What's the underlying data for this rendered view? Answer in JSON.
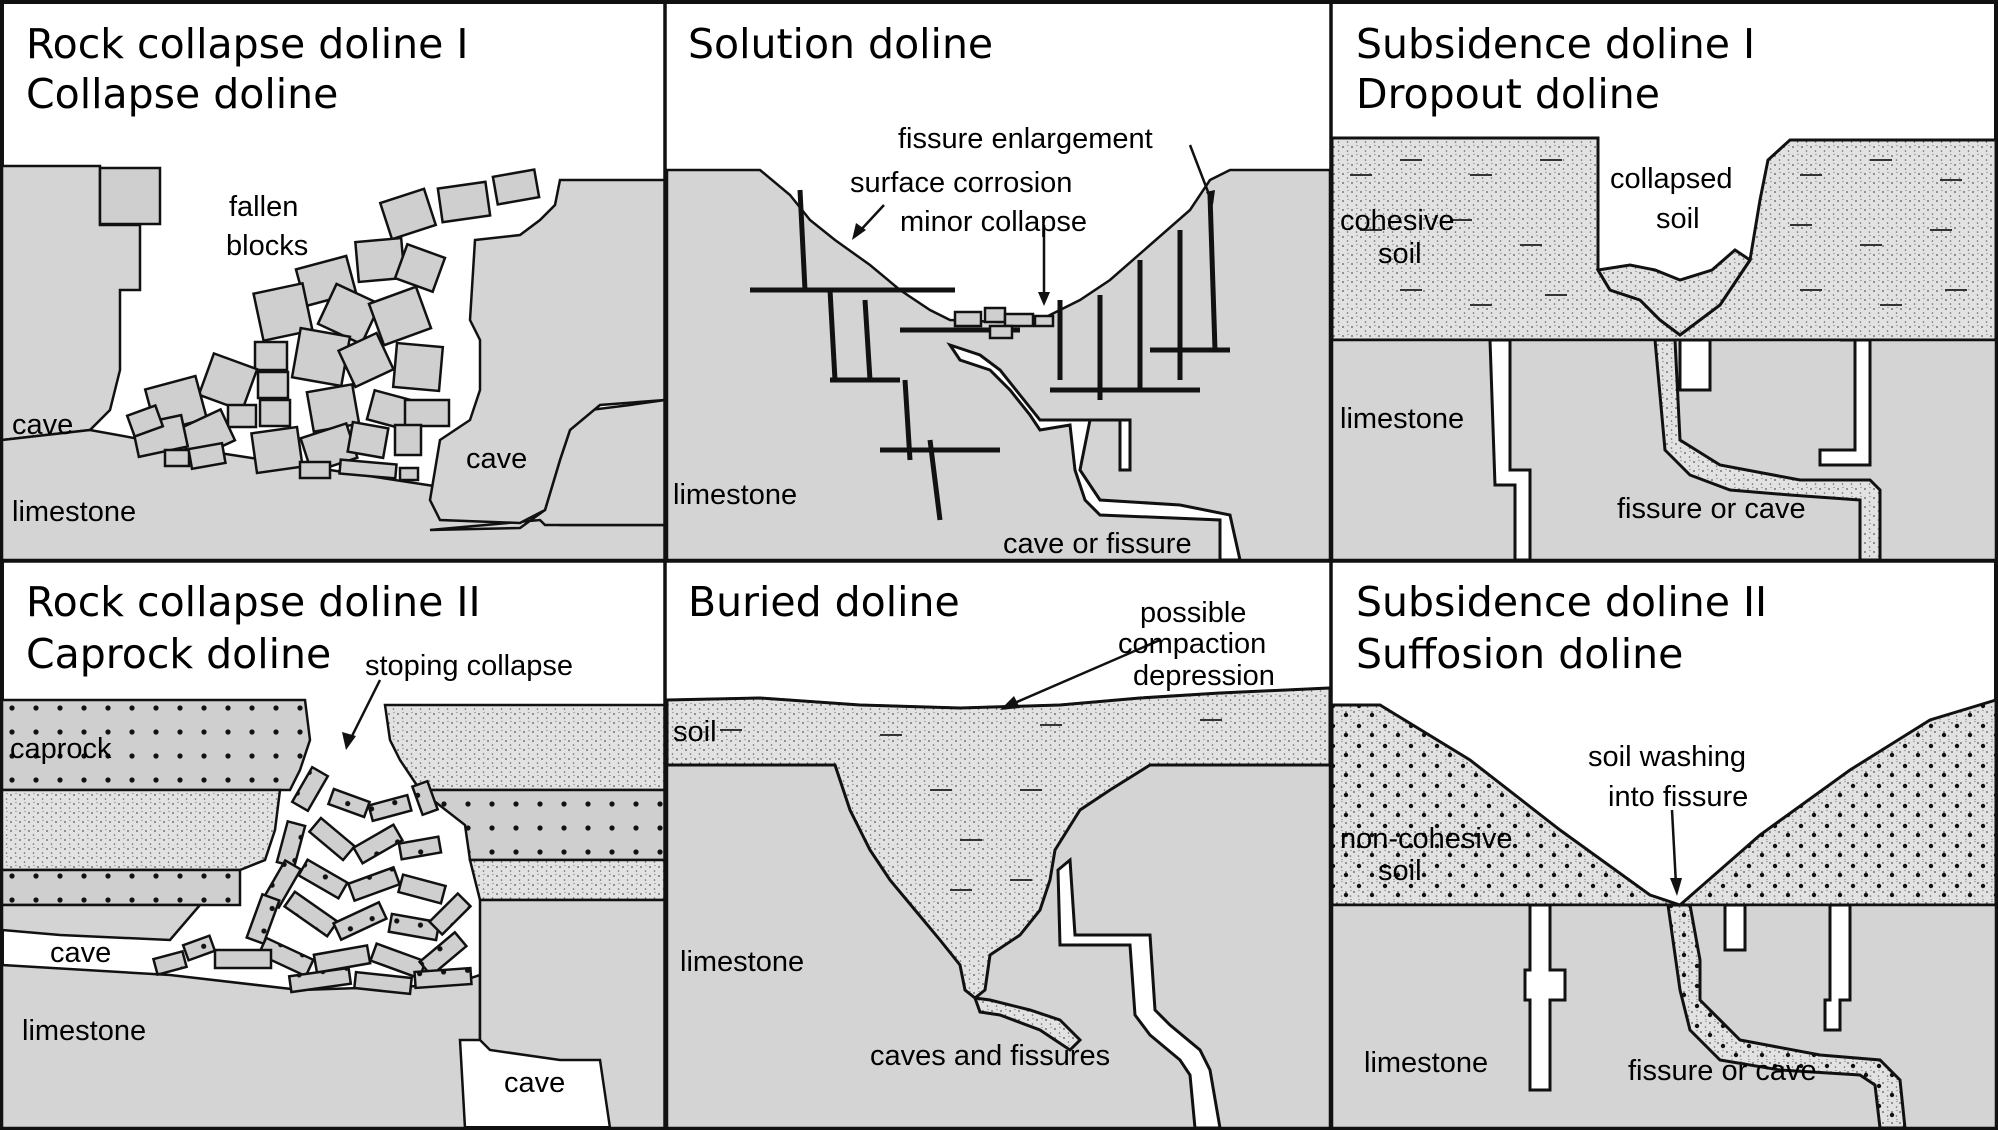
{
  "panels": [
    {
      "id": "rock-collapse-1",
      "title_line1": "Rock collapse doline I",
      "title_line2": "Collapse doline",
      "labels": {
        "fallen": "fallen",
        "blocks": "blocks",
        "cave_left": "cave",
        "cave_right": "cave",
        "limestone": "limestone"
      }
    },
    {
      "id": "solution",
      "title_line1": "Solution doline",
      "labels": {
        "fissure": "fissure enlargement",
        "corrosion": "surface corrosion",
        "minor": "minor collapse",
        "limestone": "limestone",
        "cave": "cave or fissure"
      }
    },
    {
      "id": "subsidence-1",
      "title_line1": "Subsidence doline I",
      "title_line2": "Dropout doline",
      "labels": {
        "cohesive1": "cohesive",
        "cohesive2": "soil",
        "collapsed1": "collapsed",
        "collapsed2": "soil",
        "limestone": "limestone",
        "cave": "fissure or cave"
      }
    },
    {
      "id": "rock-collapse-2",
      "title_line1": "Rock collapse doline II",
      "title_line2": "Caprock doline",
      "labels": {
        "stoping": "stoping collapse",
        "caprock": "caprock",
        "cave_left": "cave",
        "limestone": "limestone",
        "cave_right": "cave"
      }
    },
    {
      "id": "buried",
      "title_line1": "Buried doline",
      "labels": {
        "possible": "possible",
        "compaction": "compaction",
        "depression": "depression",
        "soil": "soil",
        "limestone": "limestone",
        "caves": "caves and fissures"
      }
    },
    {
      "id": "subsidence-2",
      "title_line1": "Subsidence doline II",
      "title_line2": "Suffosion doline",
      "labels": {
        "noncohesive1": "non-cohesive",
        "noncohesive2": "soil",
        "washing1": "soil washing",
        "washing2": "into fissure",
        "limestone": "limestone",
        "cave": "fissure or cave"
      }
    }
  ]
}
